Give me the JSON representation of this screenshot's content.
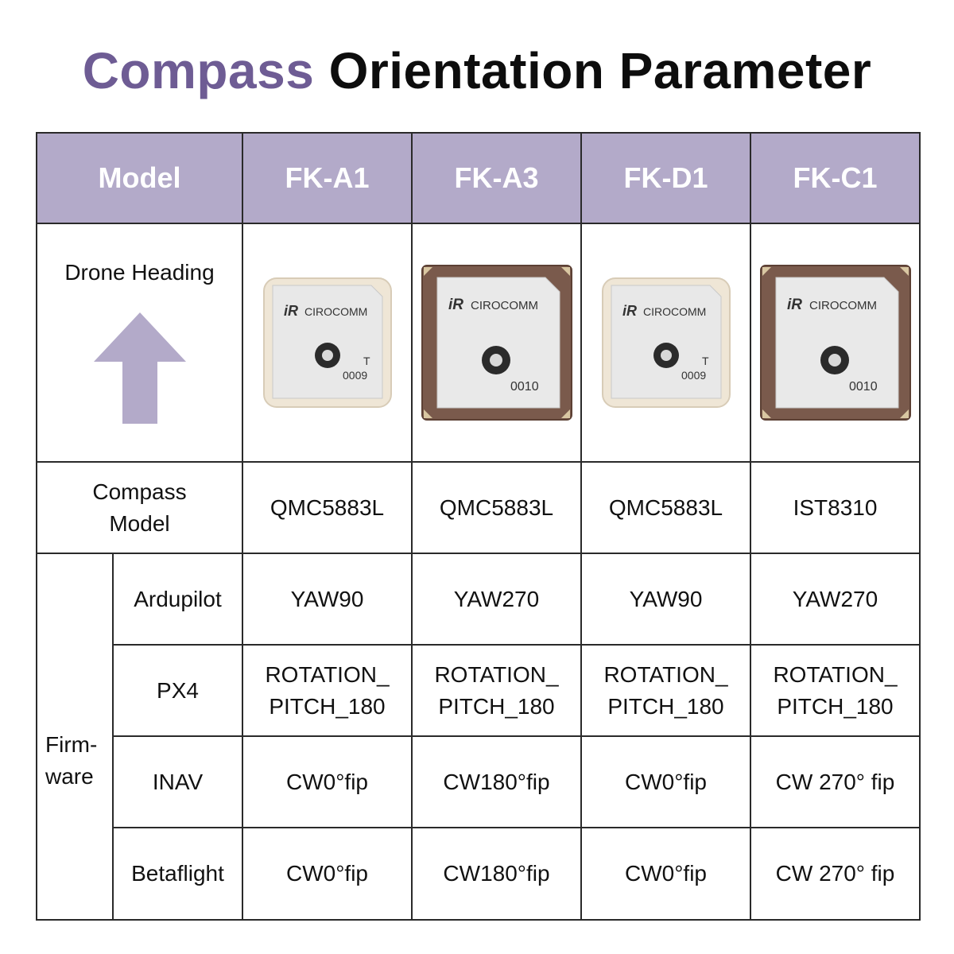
{
  "title": {
    "accent": "Compass",
    "rest": "Orientation Parameter"
  },
  "colors": {
    "accent": "#6e5c94",
    "header_bg": "#b3aac9",
    "arrow": "#b3aac9"
  },
  "header": {
    "model_label": "Model",
    "models": [
      "FK-A1",
      "FK-A3",
      "FK-D1",
      "FK-C1"
    ]
  },
  "heading_row": {
    "label": "Drone Heading",
    "icon": "up-arrow-icon",
    "modules": [
      {
        "brand": "CIROCOMM",
        "code": "0009",
        "mark": "T",
        "style": "light"
      },
      {
        "brand": "CIROCOMM",
        "code": "0010",
        "mark": "",
        "style": "brown"
      },
      {
        "brand": "CIROCOMM",
        "code": "0009",
        "mark": "T",
        "style": "light"
      },
      {
        "brand": "CIROCOMM",
        "code": "0010",
        "mark": "",
        "style": "brown"
      }
    ]
  },
  "compass_row": {
    "label": "Compass\nModel",
    "values": [
      "QMC5883L",
      "QMC5883L",
      "QMC5883L",
      "IST8310"
    ]
  },
  "firmware": {
    "label": "Firm-\nware",
    "rows": [
      {
        "name": "Ardupilot",
        "values": [
          "YAW90",
          "YAW270",
          "YAW90",
          "YAW270"
        ]
      },
      {
        "name": "PX4",
        "values": [
          "ROTATION_\nPITCH_180",
          "ROTATION_\nPITCH_180",
          "ROTATION_\nPITCH_180",
          "ROTATION_\nPITCH_180"
        ]
      },
      {
        "name": "INAV",
        "values": [
          "CW0°fip",
          "CW180°fip",
          "CW0°fip",
          "CW 270° fip"
        ]
      },
      {
        "name": "Betaflight",
        "values": [
          "CW0°fip",
          "CW180°fip",
          "CW0°fip",
          "CW 270° fip"
        ]
      }
    ]
  }
}
